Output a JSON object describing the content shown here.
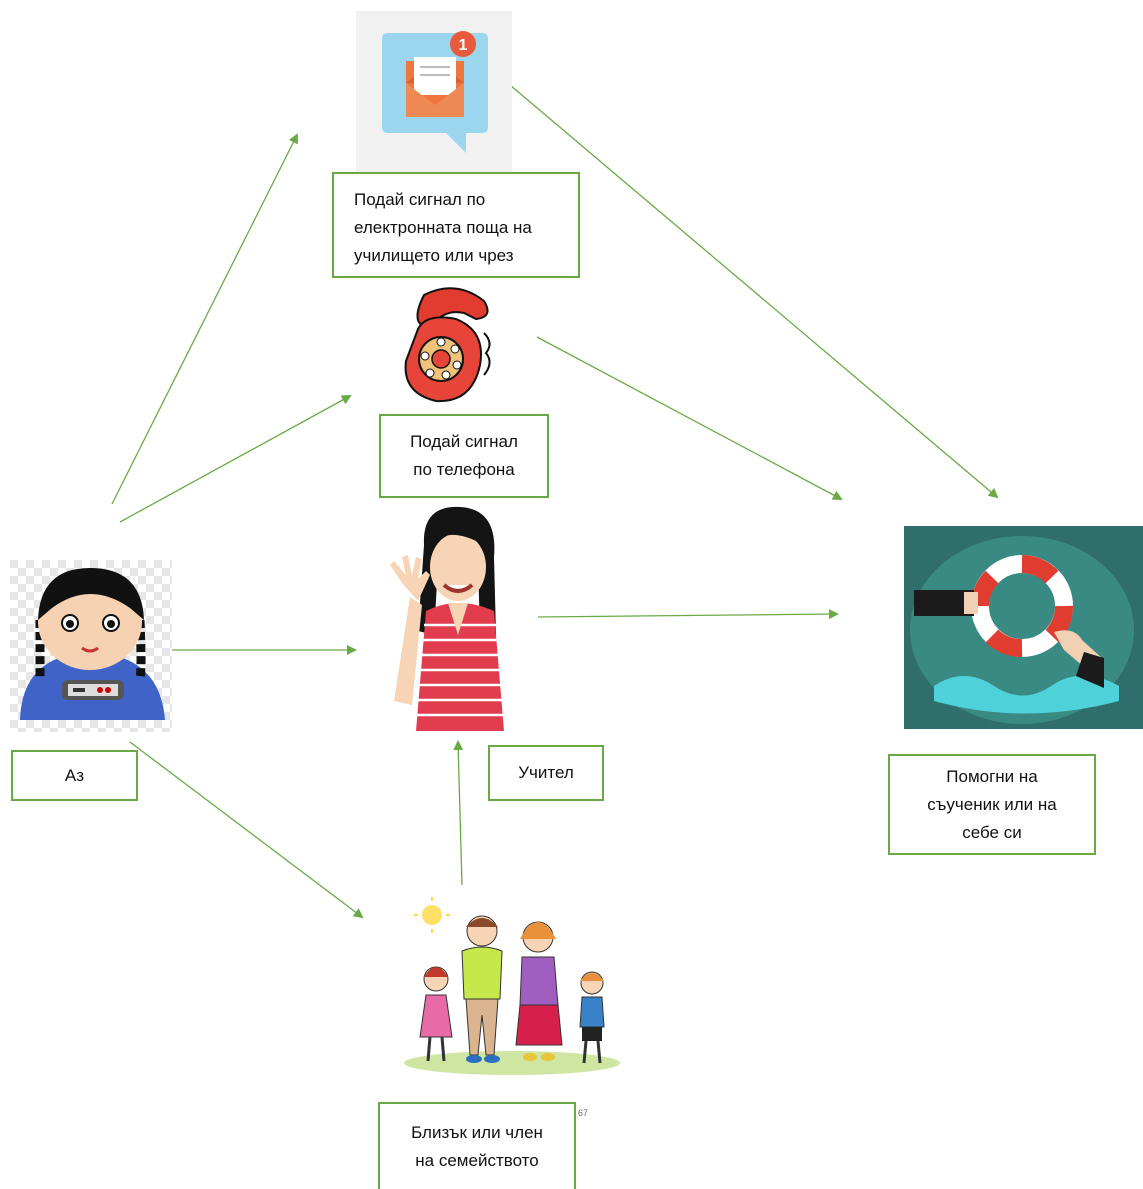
{
  "colors": {
    "arrow": "#6aaa46",
    "border": "#6aaa46"
  },
  "nodes": {
    "me": {
      "icon": "girl-gamer-icon",
      "label": "Аз"
    },
    "email": {
      "icon": "email-notification-icon",
      "badge": "1",
      "lines": [
        "Подай сигнал по",
        "електронната поща на",
        "училището  или чрез"
      ]
    },
    "phone": {
      "icon": "rotary-phone-icon",
      "lines": [
        "Подай сигнал",
        "по телефона"
      ]
    },
    "teacher": {
      "icon": "teacher-icon",
      "label": "Учител"
    },
    "family": {
      "icon": "family-icon",
      "lines": [
        "Близък или член",
        "на семейството"
      ],
      "page_number": "67"
    },
    "help": {
      "icon": "lifebuoy-rescue-icon",
      "lines": [
        "Помогни на",
        "съученик или на",
        "себе си"
      ]
    }
  }
}
